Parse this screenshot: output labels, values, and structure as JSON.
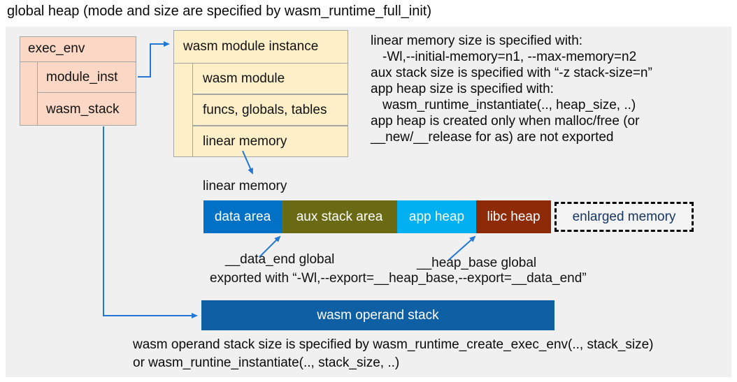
{
  "title": "global heap (mode and size are specified by wasm_runtime_full_init)",
  "exec_env": {
    "title": "exec_env",
    "rows": [
      "module_inst",
      "wasm_stack"
    ]
  },
  "module_instance": {
    "title": "wasm module instance",
    "rows": [
      "wasm module",
      "funcs, globals, tables",
      "linear memory"
    ]
  },
  "notes": [
    "linear memory size is specified with:",
    "-Wl,--initial-memory=n1, --max-memory=n2",
    "aux stack size is specified with “-z stack-size=n”",
    "app heap size is specified with:",
    "wasm_runtime_instantiate(.., heap_size, ..)",
    "app heap is created only when malloc/free (or",
    "__new/__release for as) are not exported"
  ],
  "linear_memory": {
    "label": "linear memory",
    "segments": [
      {
        "label": "data area",
        "color": "#0071c5"
      },
      {
        "label": "aux stack area",
        "color": "#6a6a14"
      },
      {
        "label": "app heap",
        "color": "#00b0f0"
      },
      {
        "label": "libc heap",
        "color": "#8d2a08"
      }
    ],
    "enlarged": {
      "label": "enlarged memory",
      "text_color": "#17355e"
    }
  },
  "annotations": {
    "data_end": "__data_end global",
    "heap_base": "__heap_base global",
    "export_line": "exported with “-Wl,--export=__heap_base,--export=__data_end”"
  },
  "operand_stack": {
    "label": "wasm operand stack",
    "color": "#0e5fa3"
  },
  "footer": [
    "wasm operand stack size is specified by wasm_runtime_create_exec_env(.., stack_size)",
    "or wasm_runtine_instantiate(.., stack_size, ..)"
  ],
  "colors": {
    "arrow": "#2277d4",
    "panel_bg": "#f0f0f1",
    "exec_env_fill": "#fbd8c6",
    "module_instance_fill": "#fdf0c8",
    "box_border": "#a6a6a6"
  }
}
